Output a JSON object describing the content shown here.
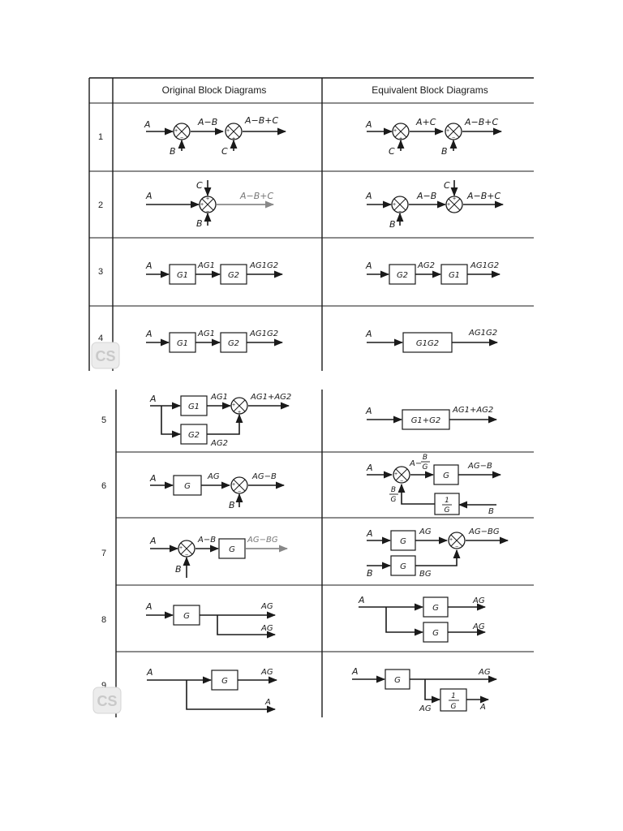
{
  "headers": {
    "original": "Original Block Diagrams",
    "equivalent": "Equivalent Block Diagrams"
  },
  "rows": [
    "1",
    "2",
    "3",
    "4",
    "5",
    "6",
    "7",
    "8",
    "9"
  ],
  "watermark": "CS",
  "labels": {
    "A": "A",
    "B": "B",
    "C": "C",
    "G": "G",
    "G1": "G1",
    "G2": "G2",
    "one": "1",
    "A-B": "A−B",
    "A-B+C": "A−B+C",
    "A+C": "A+C",
    "AG1": "AG1",
    "AG2": "AG2",
    "AG1G2": "AG1G2",
    "G1G2": "G1G2",
    "AG1+AG2": "AG1+AG2",
    "G1+G2": "G1+G2",
    "AG": "AG",
    "AG-B": "AG−B",
    "A-": "A−",
    "A-B-dash": "A−B",
    "AG-BG": "AG−BG",
    "BG": "BG",
    "plus": "+",
    "minus": "−"
  }
}
